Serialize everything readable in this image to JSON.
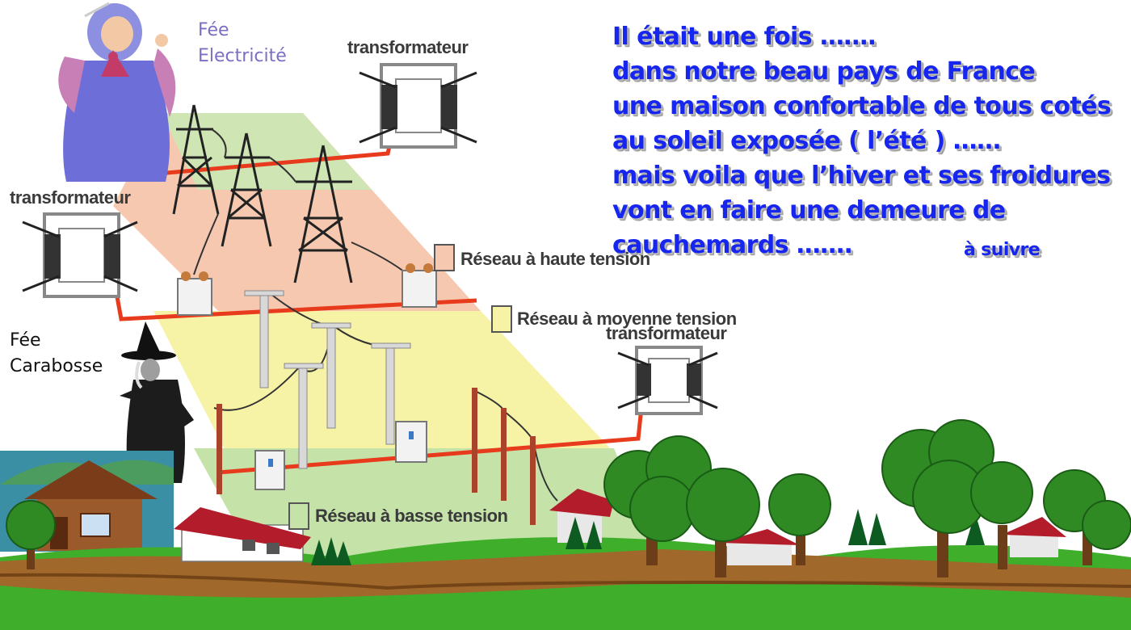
{
  "story": {
    "lines": [
      "Il était une fois …….",
      "dans notre beau pays de France",
      "une maison  confortable de tous cotés",
      "au soleil exposée ( l’été ) ……",
      "mais voila que l’hiver et ses froidures",
      "vont en faire une demeure de",
      "cauchemards ……."
    ],
    "to_follow": "à suivre"
  },
  "characters": {
    "fairy_line1": "Fée",
    "fairy_line2": "Electricité",
    "witch_line1": "Fée",
    "witch_line2": "Carabosse"
  },
  "labels": {
    "transformer_top": "transformateur",
    "transformer_left": "transformateur",
    "transformer_right": "transformateur",
    "high_voltage": "Réseau à haute tension",
    "medium_voltage": "Réseau à moyenne tension",
    "low_voltage": "Réseau à basse tension"
  },
  "colors": {
    "story_text": "#1726ee",
    "high_zone": "#f6c8b0",
    "medium_zone": "#f7f3a6",
    "low_zone": "#c5e3a9",
    "power_line": "#e83a1c",
    "grass": "#3fae2a",
    "soil": "#a0682b"
  }
}
